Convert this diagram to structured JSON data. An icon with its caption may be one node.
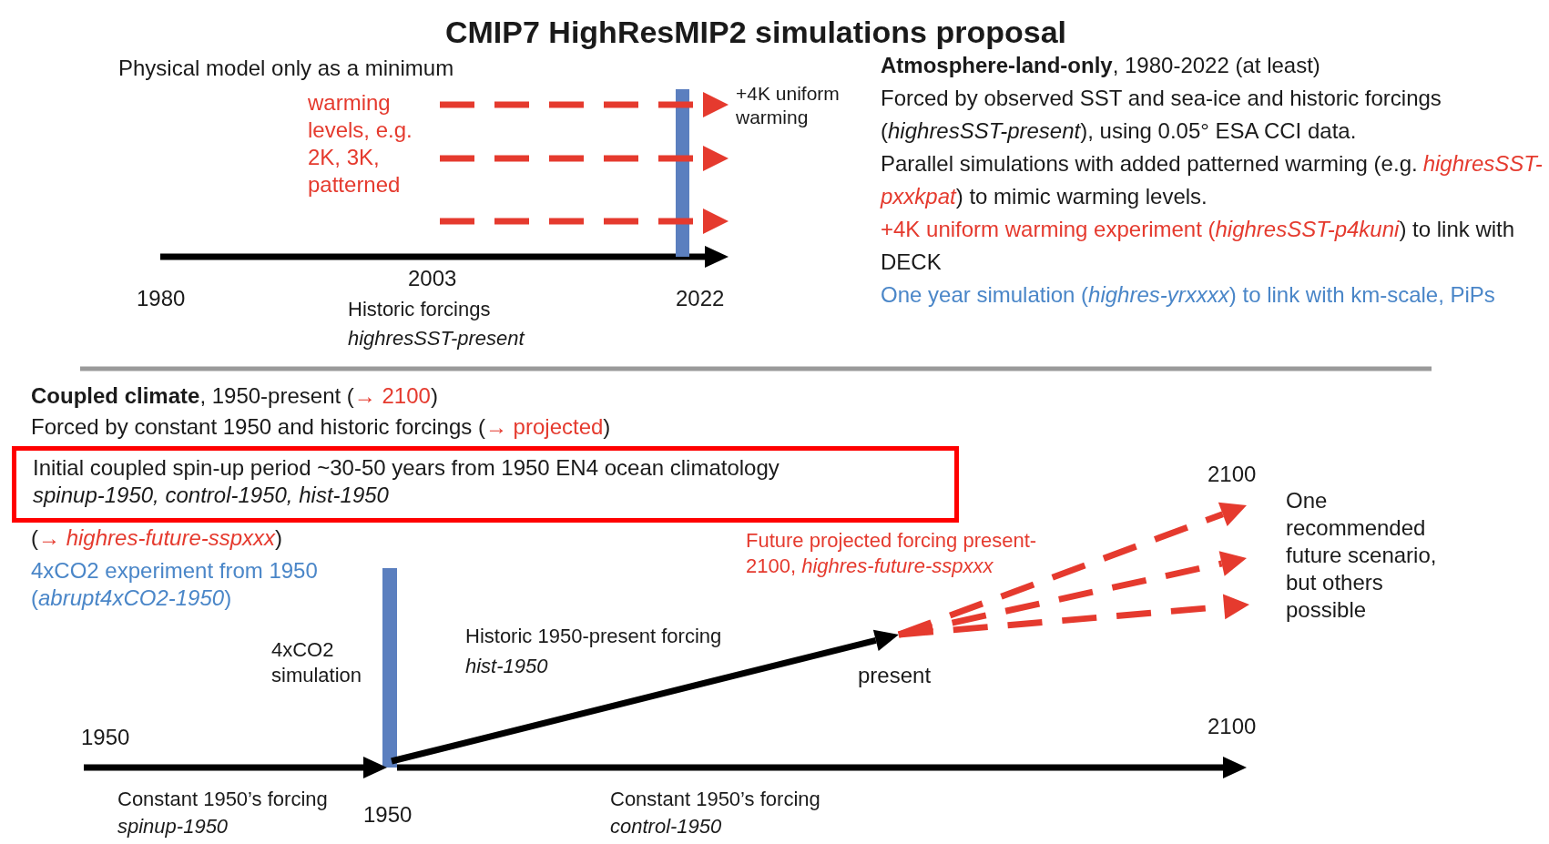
{
  "diagram": {
    "title": "CMIP7 HighResMIP2 simulations proposal",
    "nodes": [
      {
        "text": [
          "Initial coupled spin-up period ~30-50 years from 1950 EN4 ocean climatology",
          "spinup-1950, control-1950, hist-1950"
        ]
      }
    ],
    "labels": [
      "Physical model only as a minimum",
      "warming levels, e.g. 2K, 3K, patterned",
      "+4K uniform warming",
      "1980",
      "2003",
      "Historic forcings",
      "highresSST-present",
      "2022",
      "**Atmosphere-land-only**, 1980-2022 (at least)",
      "Forced by observed SST and sea-ice and historic forcings (*highresSST-present*), using 0.05° ESA CCI data.",
      "Parallel simulations with added patterned warming (e.g.",
      "*highresSST-pxxkpat*",
      ") to mimic warming levels.",
      "+4K uniform warming experiment (*highresSST-p4kuni*",
      ") to link with DECK",
      "One year simulation (*highres-yrxxxx*) to link with km-scale, PiPs",
      "**Coupled climate**, 1950-present (",
      "→ 2100",
      ")",
      "Forced by constant 1950 and historic forcings (",
      "→ projected",
      ")",
      "(",
      "→ *highres-future-sspxxx*",
      ")",
      "4xCO2 experiment from 1950 (*abrupt4xCO2-1950*)",
      "Future projected forcing present-2100, *highres-future-sspxxx*",
      "2100",
      "One recommended future scenario, but others possible",
      "Historic 1950-present forcing",
      "hist-1950",
      "4xCO2 simulation",
      "present",
      "1950",
      "2100",
      "Constant 1950’s forcing",
      "spinup-1950",
      "1950",
      "Constant 1950’s forcing",
      "control-1950"
    ]
  }
}
